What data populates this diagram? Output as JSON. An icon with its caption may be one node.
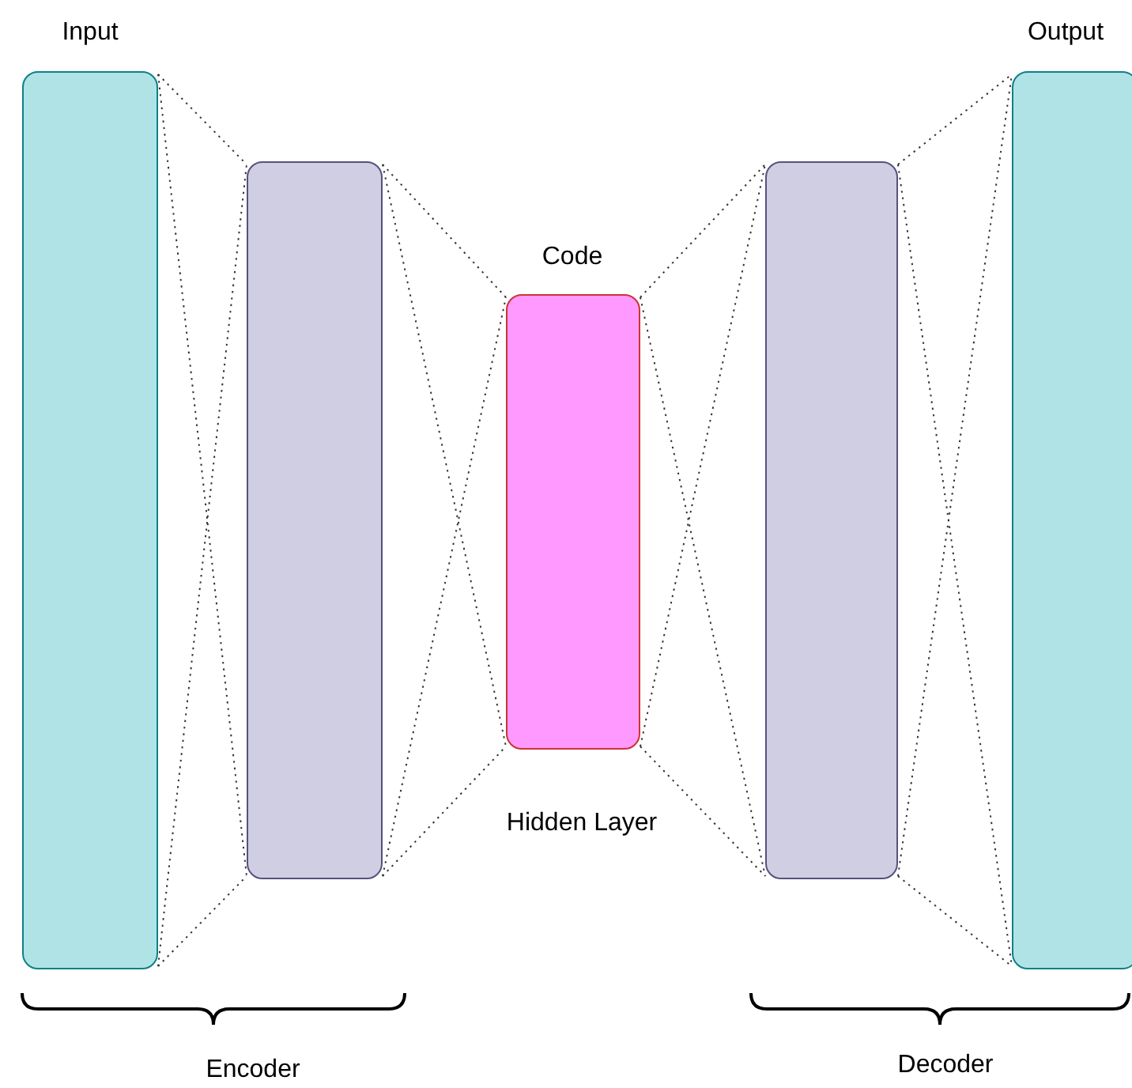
{
  "diagram": {
    "nodes": [
      {
        "text": [
          "Input"
        ]
      },
      {
        "text": [],
        "shape": "box"
      },
      {
        "text": [
          "Code"
        ],
        "beside": [
          "Hidden Layer"
        ]
      },
      {
        "text": [],
        "shape": "box"
      },
      {
        "text": [
          "Output"
        ]
      }
    ],
    "edges": [
      {
        "from": 0,
        "to": 1,
        "arrow": "none",
        "style": "dashed"
      },
      {
        "from": 0,
        "to": 1,
        "arrow": "none",
        "style": "dashed"
      },
      {
        "from": 0,
        "to": 1,
        "arrow": "none",
        "style": "dashed"
      },
      {
        "from": 0,
        "to": 1,
        "arrow": "none",
        "style": "dashed"
      },
      {
        "from": 1,
        "to": 2,
        "arrow": "none",
        "style": "dashed"
      },
      {
        "from": 1,
        "to": 2,
        "arrow": "none",
        "style": "dashed"
      },
      {
        "from": 1,
        "to": 2,
        "arrow": "none",
        "style": "dashed"
      },
      {
        "from": 1,
        "to": 2,
        "arrow": "none",
        "style": "dashed"
      },
      {
        "from": 2,
        "to": 3,
        "arrow": "none",
        "style": "dashed"
      },
      {
        "from": 2,
        "to": 3,
        "arrow": "none",
        "style": "dashed"
      },
      {
        "from": 2,
        "to": 3,
        "arrow": "none",
        "style": "dashed"
      },
      {
        "from": 2,
        "to": 3,
        "arrow": "none",
        "style": "dashed"
      },
      {
        "from": 3,
        "to": 4,
        "arrow": "none",
        "style": "dashed"
      },
      {
        "from": 3,
        "to": 4,
        "arrow": "none",
        "style": "dashed"
      },
      {
        "from": 3,
        "to": 4,
        "arrow": "none",
        "style": "dashed"
      },
      {
        "from": 3,
        "to": 4,
        "arrow": "none",
        "style": "dashed"
      }
    ],
    "labels": [
      "Encoder",
      "Decoder"
    ]
  }
}
